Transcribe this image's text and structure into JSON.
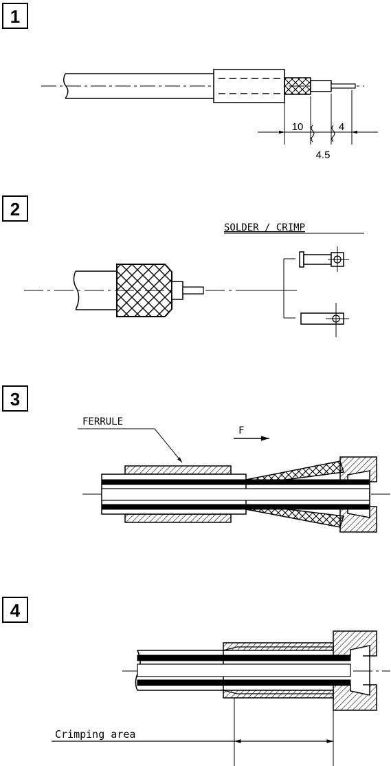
{
  "steps": [
    {
      "number": "1",
      "dims": {
        "a": "10",
        "b": "4",
        "c": "4.5"
      }
    },
    {
      "number": "2",
      "label": "SOLDER / CRIMP"
    },
    {
      "number": "3",
      "label": "FERRULE",
      "force": "F"
    },
    {
      "number": "4",
      "label": "Crimping area"
    }
  ]
}
